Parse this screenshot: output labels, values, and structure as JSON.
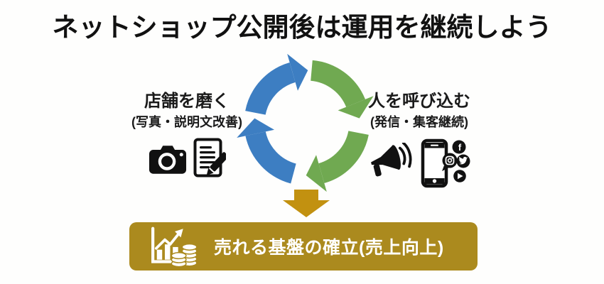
{
  "title": "ネットショップ公開後は運用を継続しよう",
  "cycle": {
    "direction": "clockwise",
    "colors": {
      "blue": "#3d7ec2",
      "green": "#70a951"
    },
    "left": {
      "heading": "店舗を磨く",
      "subheading": "(写真・説明文改善)",
      "icons": [
        "camera",
        "document-edit"
      ]
    },
    "right": {
      "heading": "人を呼び込む",
      "subheading": "(発信・集客継続)",
      "icons": [
        "megaphone",
        "smartphone-social-media"
      ]
    }
  },
  "down_arrow": {
    "color": "#c29110"
  },
  "banner": {
    "label": "売れる基盤の確立(売上向上)",
    "background": "#ab8a1e",
    "text_color": "#ffffff",
    "icon": "growth-chart-with-coins"
  }
}
